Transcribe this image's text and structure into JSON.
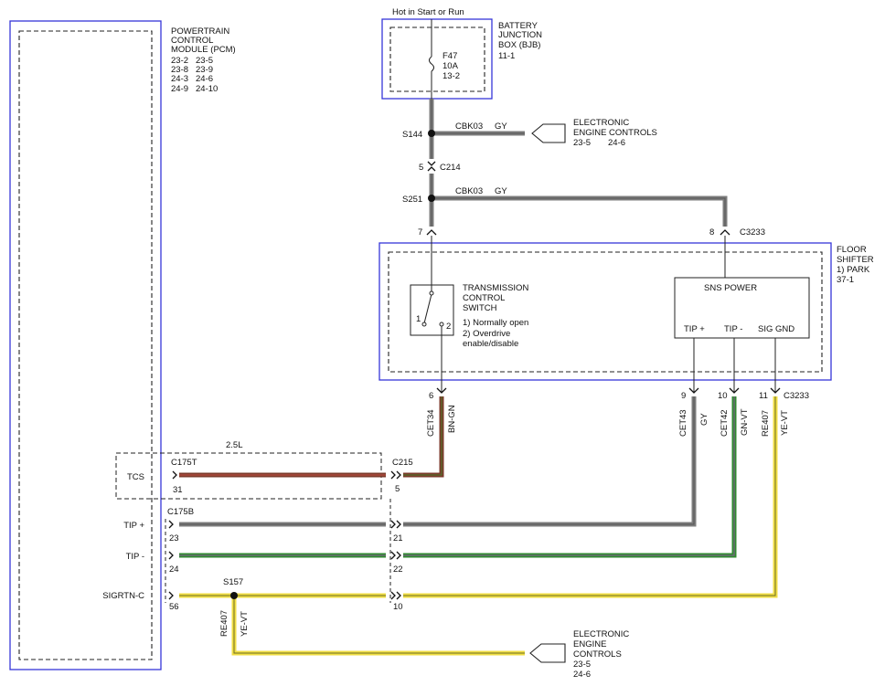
{
  "colors": {
    "module_border": "#3535d8",
    "dash": "#222222",
    "wire_gy": "#7d7d7d",
    "wire_bn_gn": "#7b3b2b",
    "wire_gn_vt": "#2f8a2f",
    "wire_ye_vt": "#f0de43",
    "wire_ye_vt_core": "#6e6e2a",
    "wire_red_core": "#c44f45"
  },
  "pcm": {
    "title_lines": [
      "POWERTRAIN",
      "CONTROL",
      "MODULE (PCM)"
    ],
    "refs": [
      [
        "23-2",
        "23-5"
      ],
      [
        "23-8",
        "23-9"
      ],
      [
        "24-3",
        "24-6"
      ],
      [
        "24-9",
        "24-10"
      ]
    ],
    "pins": [
      {
        "label": "TCS",
        "connector": "C175T",
        "pin": "31"
      },
      {
        "label": "TIP +",
        "connector": "C175B",
        "pin": "23"
      },
      {
        "label": "TIP -",
        "pin": "24"
      },
      {
        "label": "SIGRTN-C",
        "pin": "56"
      }
    ],
    "engine_size": "2.5L"
  },
  "bjb": {
    "supply_label": "Hot in Start or Run",
    "title_lines": [
      "BATTERY",
      "JUNCTION",
      "BOX (BJB)",
      "11-1"
    ],
    "fuse": [
      "F47",
      "10A",
      "13-2"
    ]
  },
  "splices": {
    "s144": "S144",
    "s251": "S251",
    "s157": "S157"
  },
  "circuits": {
    "cbk03_1": "CBK03",
    "gy_1": "GY",
    "cbk03_2": "CBK03",
    "gy_2": "GY",
    "cet34": "CET34",
    "bn_gn": "BN-GN",
    "cet43": "CET43",
    "gy_3": "GY",
    "cet42": "CET42",
    "gn_vt": "GN-VT",
    "re407_1": "RE407",
    "ye_vt_1": "YE-VT",
    "re407_2": "RE407",
    "ye_vt_2": "YE-VT"
  },
  "connectors": {
    "c214": {
      "name": "C214",
      "pin": "5"
    },
    "c215": {
      "name": "C215",
      "pins": [
        "5",
        "21",
        "22",
        "10"
      ]
    },
    "c3233_top": {
      "name": "C3233",
      "pins": [
        "7",
        "8"
      ]
    },
    "c3233_bottom": {
      "name": "C3233",
      "pins": [
        "6",
        "9",
        "10",
        "11"
      ]
    }
  },
  "eec_1": {
    "lines": [
      "ELECTRONIC",
      "ENGINE CONTROLS"
    ],
    "refs": [
      "23-5",
      "24-6"
    ]
  },
  "eec_2": {
    "lines": [
      "ELECTRONIC",
      "ENGINE",
      "CONTROLS",
      "23-5",
      "24-6"
    ]
  },
  "floor_shifter": {
    "title_lines": [
      "FLOOR",
      "SHIFTER",
      "1) PARK",
      "37-1"
    ],
    "switch_lines": [
      "TRANSMISSION",
      "CONTROL",
      "SWITCH"
    ],
    "switch_notes": [
      "1) Normally open",
      "2) Overdrive",
      "enable/disable"
    ],
    "switch_pins": [
      "1",
      "2"
    ],
    "sns_power": "SNS POWER",
    "sns_pins": [
      "TIP +",
      "TIP -",
      "SIG GND"
    ]
  }
}
